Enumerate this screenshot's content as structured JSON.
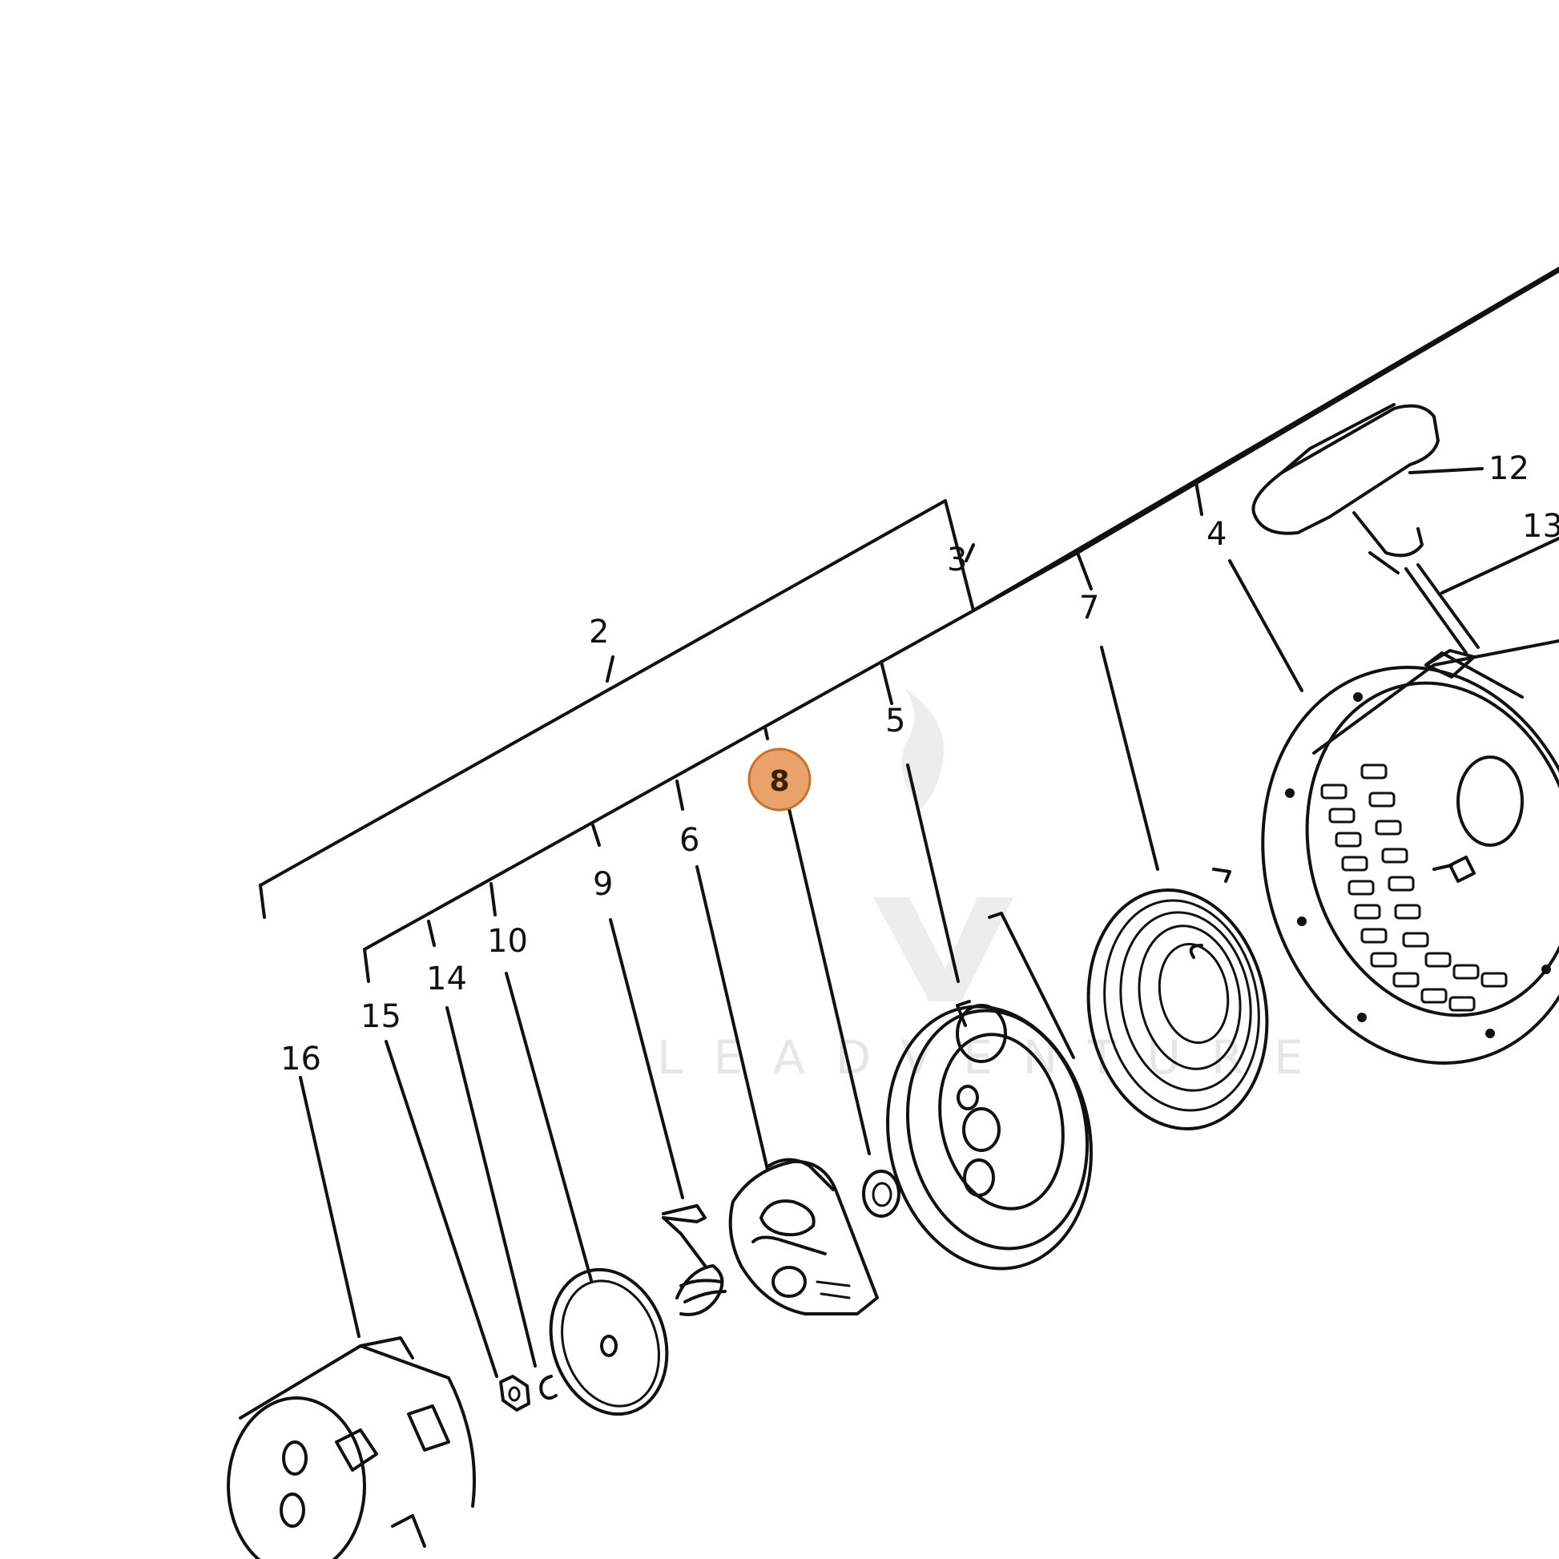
{
  "diagram": {
    "highlight_color": "#e8a26a",
    "highlight_stroke": "#c7702e",
    "watermark": "LEADVENTURE",
    "callouts": [
      "2",
      "3",
      "4",
      "5",
      "6",
      "7",
      "8",
      "9",
      "10",
      "12",
      "13",
      "14",
      "15",
      "16"
    ],
    "highlighted": "8"
  }
}
